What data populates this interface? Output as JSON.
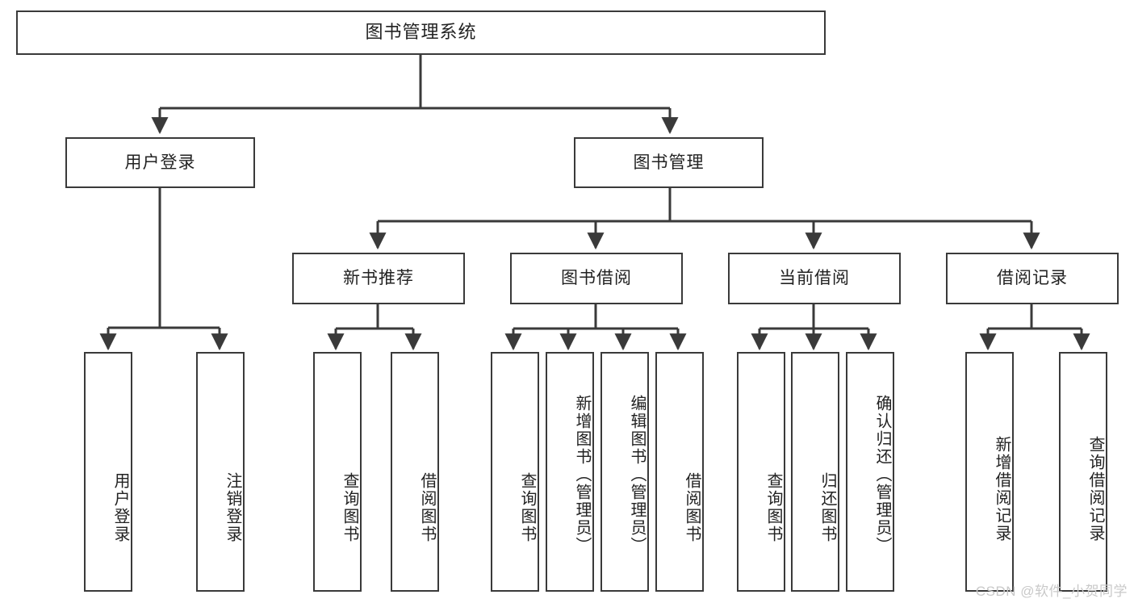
{
  "diagram": {
    "title": "图书管理系统",
    "watermark": "CSDN @软件_小贺同学",
    "colors": {
      "border": "#3a3a3a",
      "text": "#222222",
      "background": "#ffffff",
      "watermark": "#c9c9c9"
    },
    "root": {
      "label": "图书管理系统"
    },
    "level1": [
      {
        "label": "用户登录"
      },
      {
        "label": "图书管理"
      }
    ],
    "level2": [
      {
        "label": "新书推荐"
      },
      {
        "label": "图书借阅"
      },
      {
        "label": "当前借阅"
      },
      {
        "label": "借阅记录"
      }
    ],
    "leaves": {
      "user_login": [
        {
          "label": "用户登录"
        },
        {
          "label": "注销登录"
        }
      ],
      "new_book_recommend": [
        {
          "label": "查询图书"
        },
        {
          "label": "借阅图书"
        }
      ],
      "book_borrow": [
        {
          "label": "查询图书"
        },
        {
          "label": "新增图书（管理员）"
        },
        {
          "label": "编辑图书（管理员）"
        },
        {
          "label": "借阅图书"
        }
      ],
      "current_borrow": [
        {
          "label": "查询图书"
        },
        {
          "label": "归还图书"
        },
        {
          "label": "确认归还（管理员）"
        }
      ],
      "borrow_record": [
        {
          "label": "新增借阅记录"
        },
        {
          "label": "查询借阅记录"
        }
      ]
    }
  }
}
